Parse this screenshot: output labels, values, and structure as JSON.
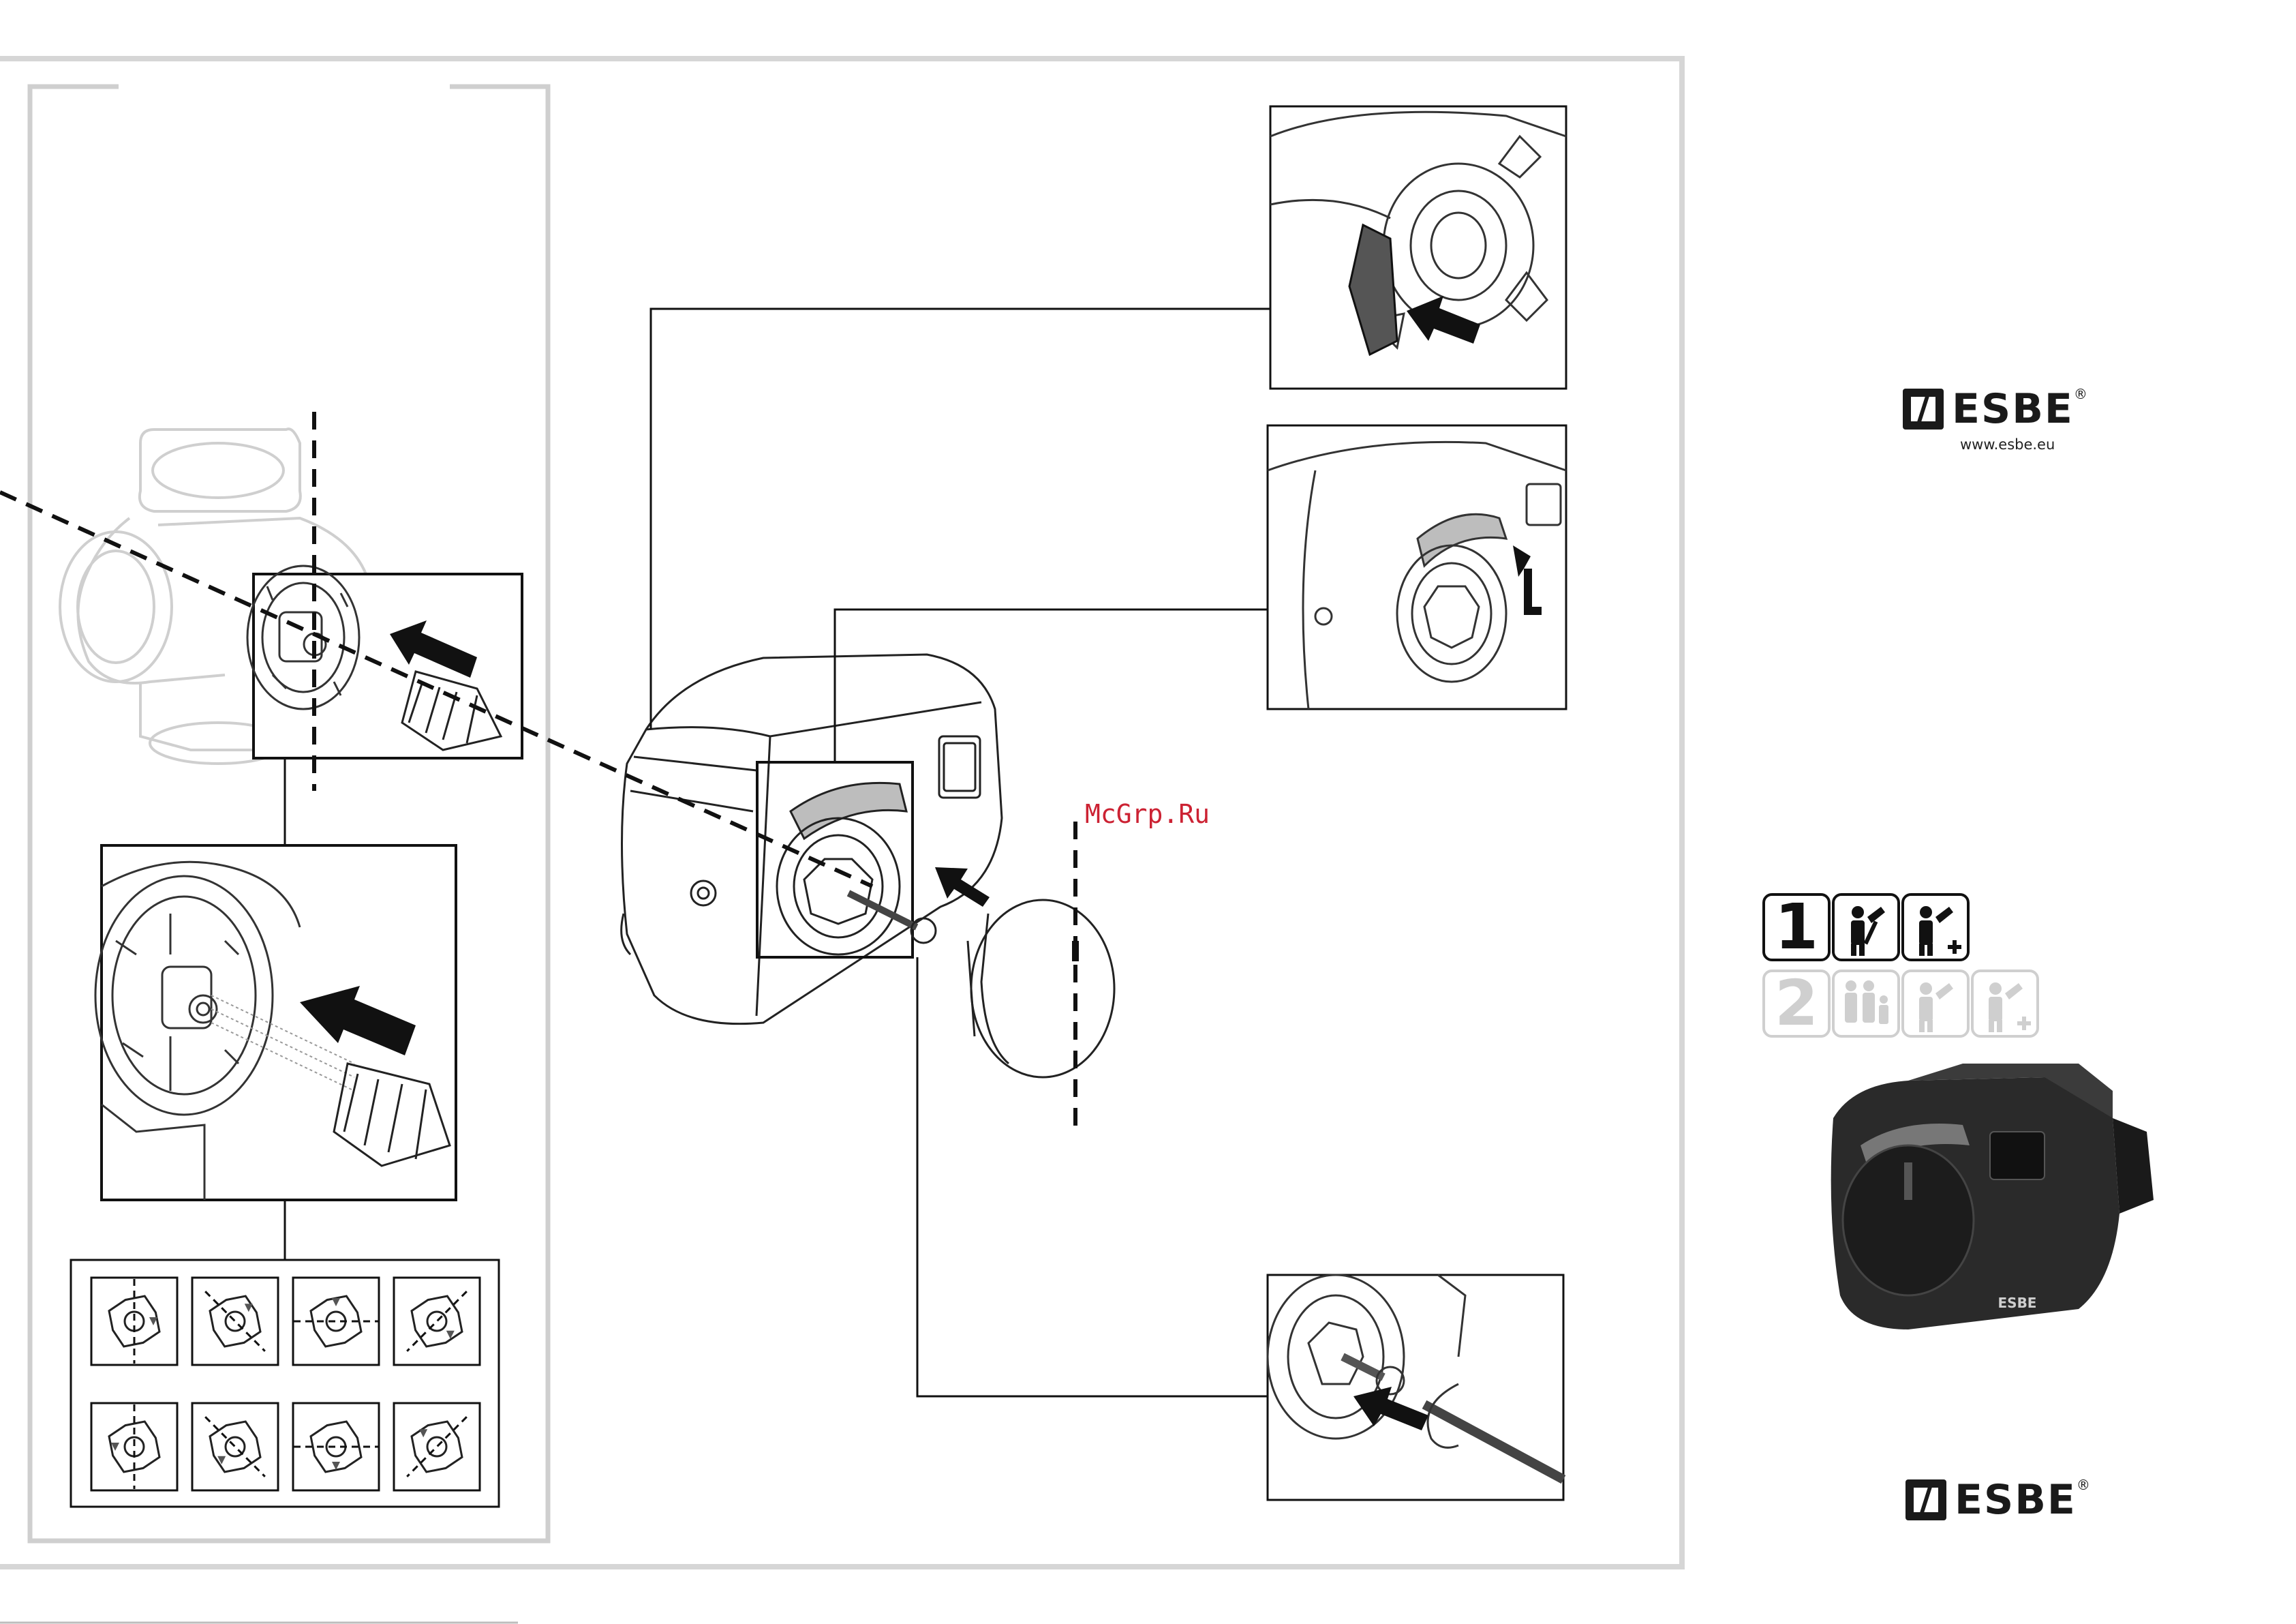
{
  "watermark": "McGrp.Ru",
  "brand": {
    "name": "ESBE",
    "reg_mark": "®",
    "url": "www.esbe.eu"
  },
  "audience_levels": [
    {
      "number": "1",
      "active": true
    },
    {
      "number": "2",
      "active": false
    }
  ],
  "icons": [
    "esbe-logo-icon",
    "installer-icon",
    "installer-plus-icon",
    "family-icon",
    "actuator-product-photo"
  ],
  "colors": {
    "frame": "#d8d8d8",
    "line": "#111111",
    "faded_tile": "#bdbdbd",
    "watermark": "#cc2233"
  }
}
